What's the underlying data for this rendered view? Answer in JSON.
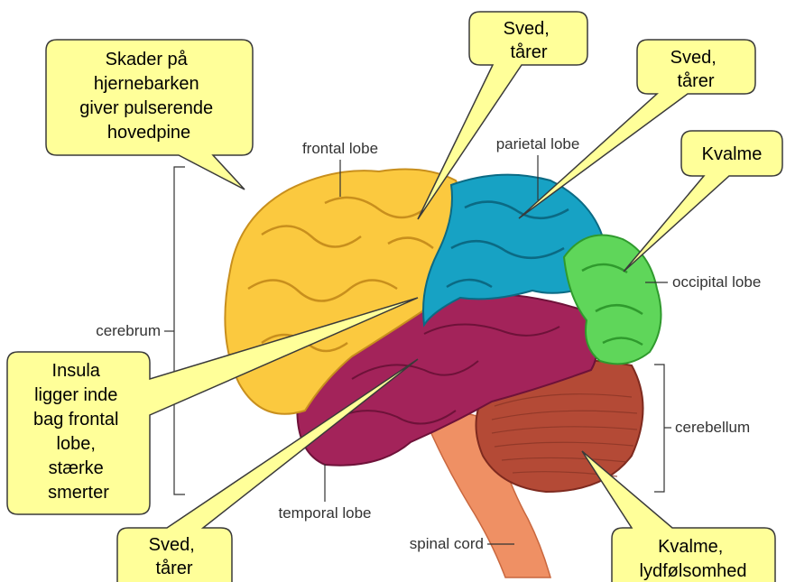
{
  "labels": {
    "frontal": "frontal lobe",
    "parietal": "parietal lobe",
    "occipital": "occipital lobe",
    "cerebrum": "cerebrum",
    "cerebellum": "cerebellum",
    "temporal": "temporal lobe",
    "spinal": "spinal cord"
  },
  "callouts": {
    "cortex": [
      "Skader på",
      "hjernebarken",
      "giver pulserende",
      "hovedpine"
    ],
    "sved_frontal": [
      "Sved,",
      "tårer"
    ],
    "sved_parietal": [
      "Sved,",
      "tårer"
    ],
    "kvalme": [
      "Kvalme"
    ],
    "insula": [
      "Insula",
      "ligger inde",
      "bag frontal",
      "lobe,",
      "stærke",
      "smerter"
    ],
    "sved_temporal": [
      "Sved,",
      "tårer"
    ],
    "kvalme_lyd": [
      "Kvalme,",
      "lydfølsomhed"
    ]
  },
  "colors": {
    "callout_fill": "#ffff99",
    "callout_stroke": "#3a3a3a",
    "frontal_lobe": "#fbc93f",
    "parietal_lobe": "#17a2c4",
    "occipital_lobe": "#5fd65a",
    "temporal_lobe": "#a3235a",
    "cerebellum": "#b44a36",
    "spinal_cord": "#ef9064"
  }
}
